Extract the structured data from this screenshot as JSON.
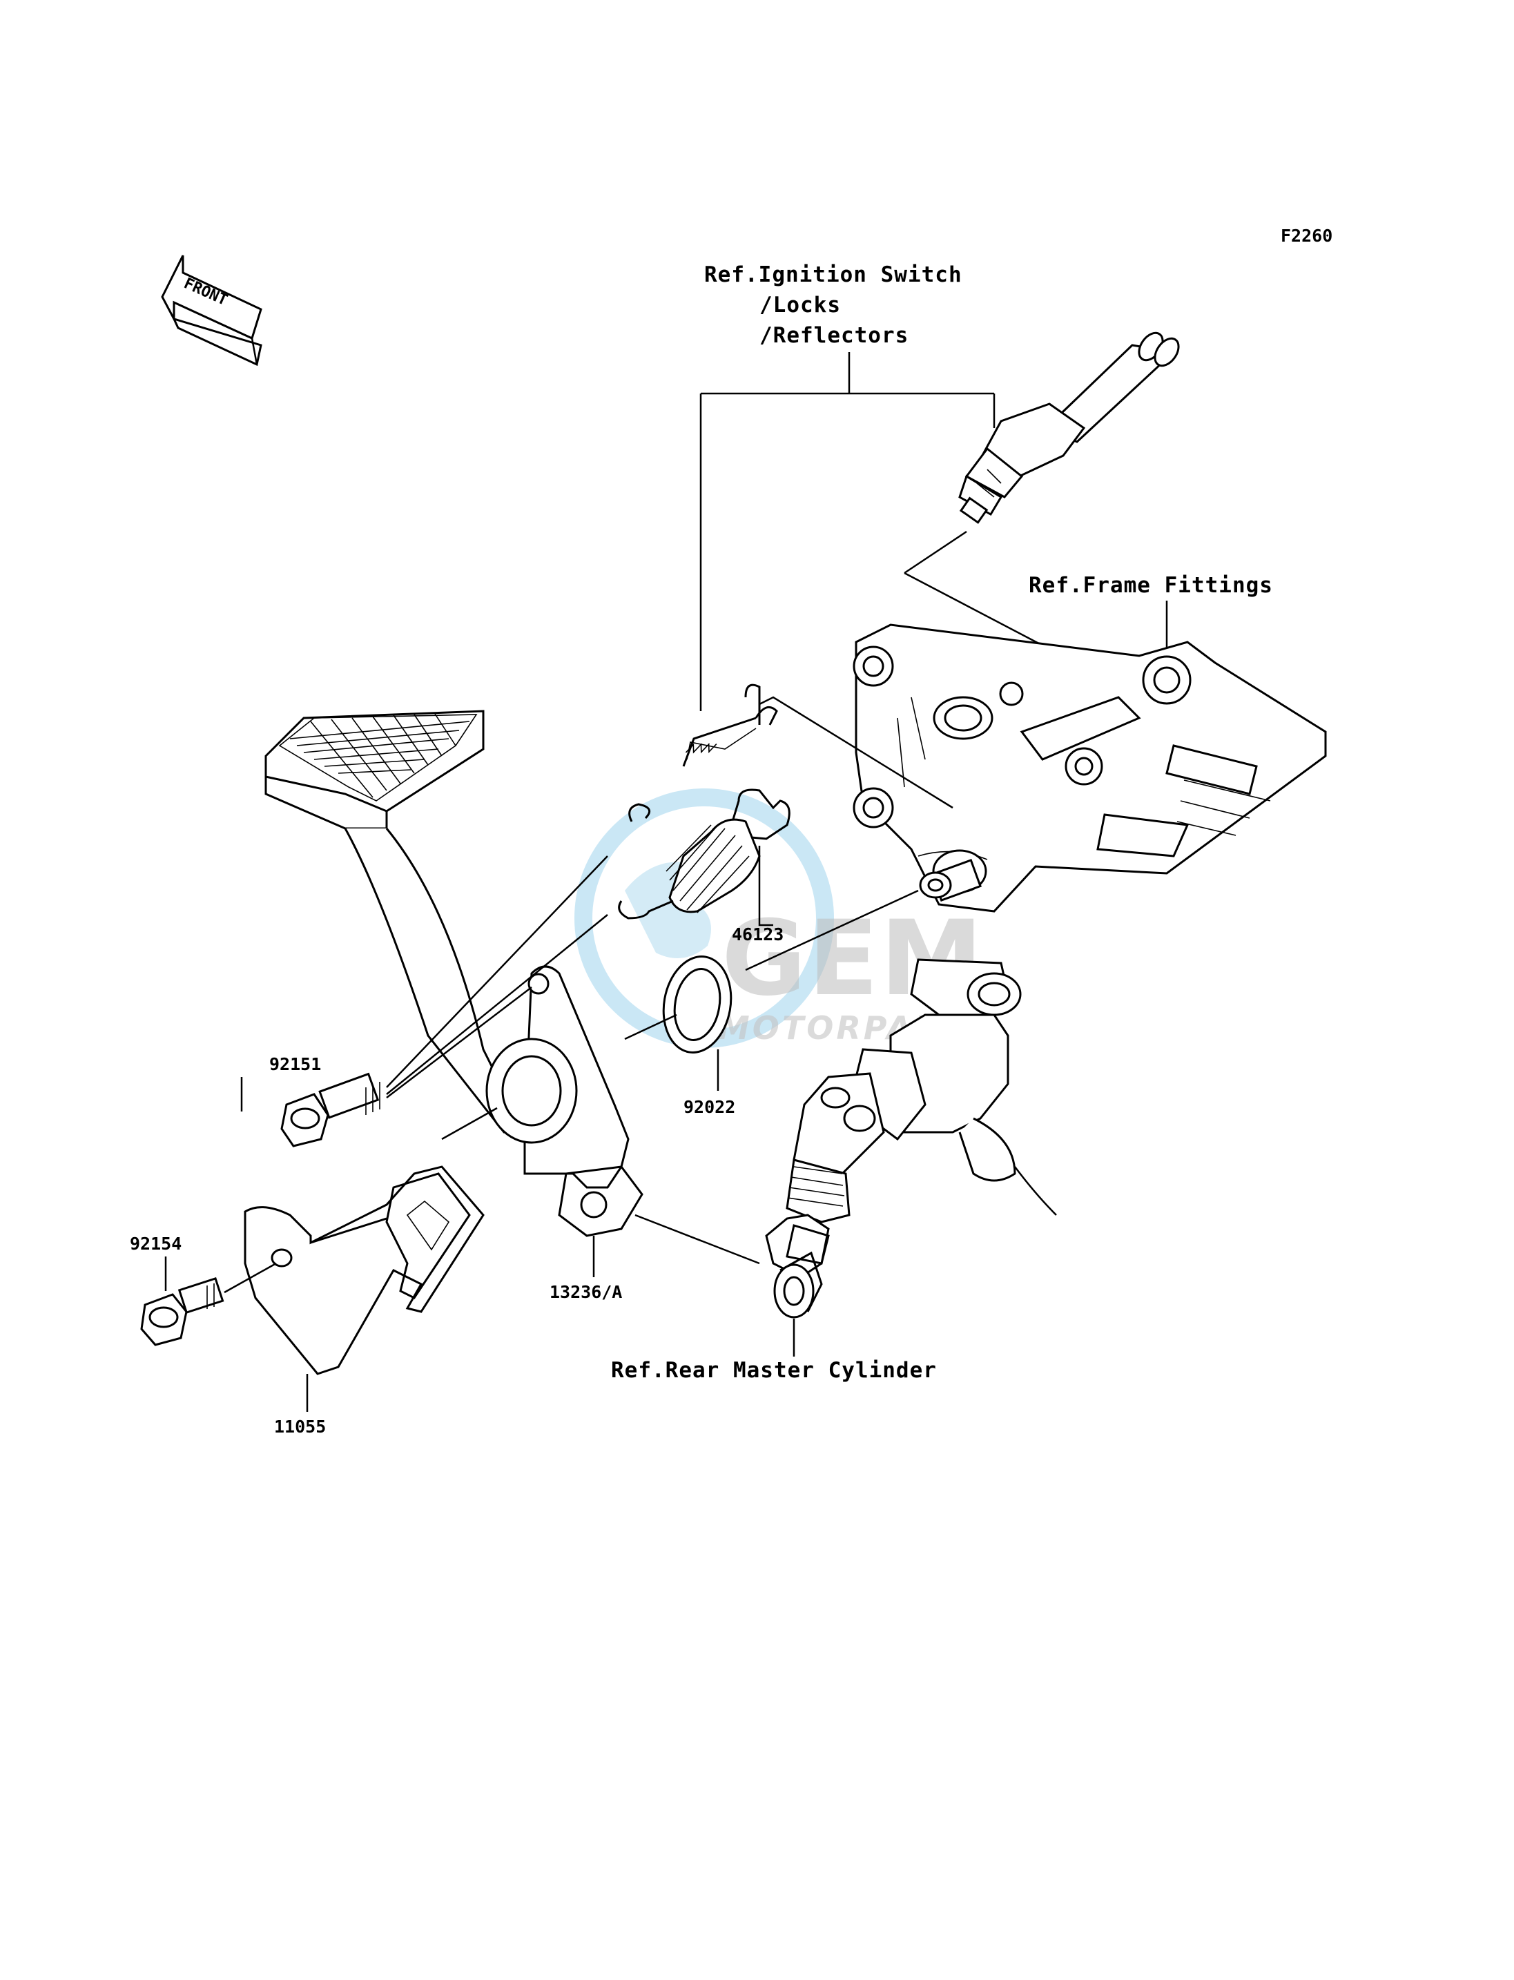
{
  "diagram_code": "F2260",
  "front_indicator": "FRONT",
  "watermark": {
    "brand": "GEM",
    "subtitle": "MOTORPARTS"
  },
  "ref_labels": {
    "ignition": [
      "Ref.Ignition Switch",
      "/Locks",
      "/Reflectors"
    ],
    "frame_fittings": "Ref.Frame Fittings",
    "rear_master_cylinder": "Ref.Rear Master Cylinder"
  },
  "part_numbers": {
    "spring": "46123",
    "bolt_pivot": "92151",
    "washer": "92022",
    "bolt_bracket": "92154",
    "pedal": "13236/A",
    "bracket": "11055"
  },
  "colors": {
    "line": "#000000",
    "watermark_blue": "#9fd3ec",
    "watermark_gray": "#bcbcbc"
  }
}
